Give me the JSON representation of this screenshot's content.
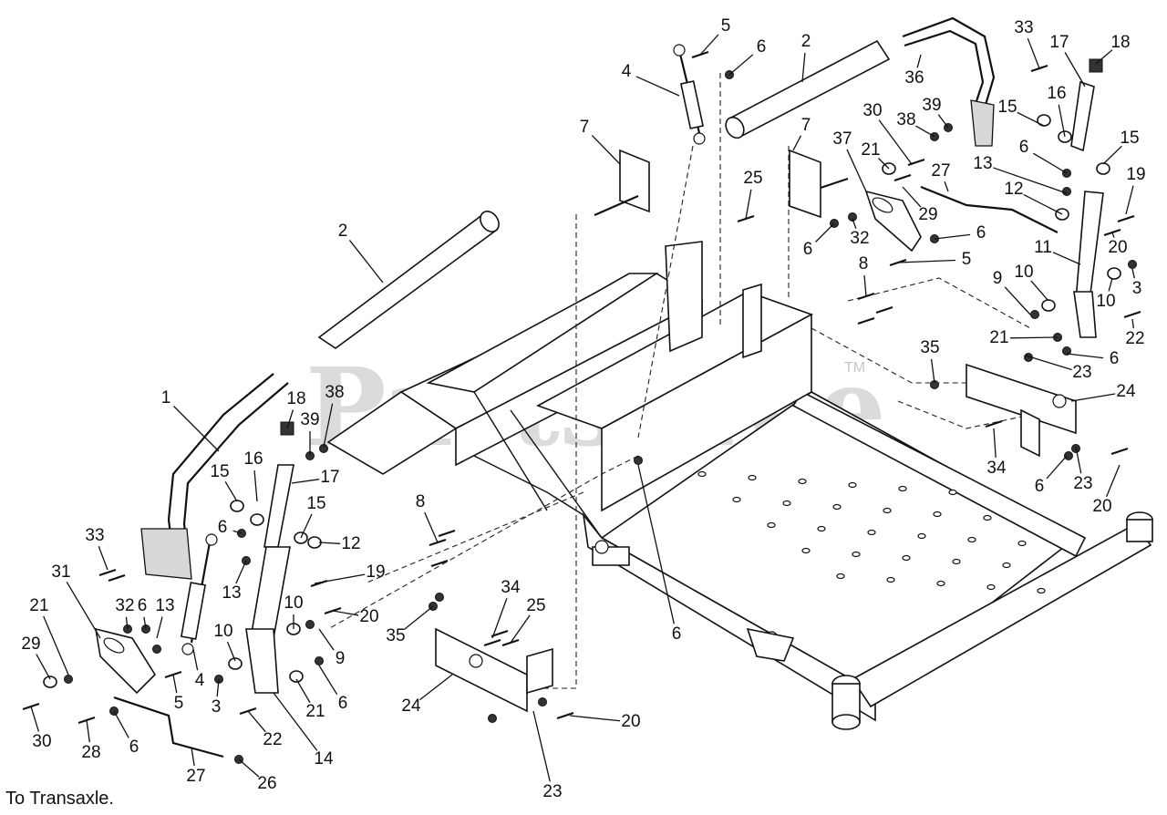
{
  "watermark": {
    "brand": "PartsTree",
    "mark": "TM"
  },
  "footnote": "To Transaxle.",
  "callouts": [
    {
      "label": "1"
    },
    {
      "label": "2"
    },
    {
      "label": "2"
    },
    {
      "label": "3"
    },
    {
      "label": "3"
    },
    {
      "label": "4"
    },
    {
      "label": "4"
    },
    {
      "label": "5"
    },
    {
      "label": "5"
    },
    {
      "label": "5"
    },
    {
      "label": "6"
    },
    {
      "label": "6"
    },
    {
      "label": "6"
    },
    {
      "label": "6"
    },
    {
      "label": "6"
    },
    {
      "label": "6"
    },
    {
      "label": "6"
    },
    {
      "label": "6"
    },
    {
      "label": "6"
    },
    {
      "label": "6"
    },
    {
      "label": "6"
    },
    {
      "label": "7"
    },
    {
      "label": "7"
    },
    {
      "label": "8"
    },
    {
      "label": "8"
    },
    {
      "label": "9"
    },
    {
      "label": "9"
    },
    {
      "label": "10"
    },
    {
      "label": "10"
    },
    {
      "label": "10"
    },
    {
      "label": "10"
    },
    {
      "label": "11"
    },
    {
      "label": "12"
    },
    {
      "label": "12"
    },
    {
      "label": "13"
    },
    {
      "label": "13"
    },
    {
      "label": "13"
    },
    {
      "label": "14"
    },
    {
      "label": "15"
    },
    {
      "label": "15"
    },
    {
      "label": "15"
    },
    {
      "label": "15"
    },
    {
      "label": "16"
    },
    {
      "label": "16"
    },
    {
      "label": "17"
    },
    {
      "label": "17"
    },
    {
      "label": "18"
    },
    {
      "label": "18"
    },
    {
      "label": "19"
    },
    {
      "label": "19"
    },
    {
      "label": "20"
    },
    {
      "label": "20"
    },
    {
      "label": "20"
    },
    {
      "label": "20"
    },
    {
      "label": "21"
    },
    {
      "label": "21"
    },
    {
      "label": "21"
    },
    {
      "label": "21"
    },
    {
      "label": "22"
    },
    {
      "label": "22"
    },
    {
      "label": "23"
    },
    {
      "label": "23"
    },
    {
      "label": "23"
    },
    {
      "label": "24"
    },
    {
      "label": "24"
    },
    {
      "label": "25"
    },
    {
      "label": "25"
    },
    {
      "label": "26"
    },
    {
      "label": "27"
    },
    {
      "label": "27"
    },
    {
      "label": "28"
    },
    {
      "label": "29"
    },
    {
      "label": "29"
    },
    {
      "label": "30"
    },
    {
      "label": "30"
    },
    {
      "label": "31"
    },
    {
      "label": "32"
    },
    {
      "label": "32"
    },
    {
      "label": "33"
    },
    {
      "label": "33"
    },
    {
      "label": "34"
    },
    {
      "label": "34"
    },
    {
      "label": "35"
    },
    {
      "label": "35"
    },
    {
      "label": "36"
    },
    {
      "label": "37"
    },
    {
      "label": "38"
    },
    {
      "label": "38"
    },
    {
      "label": "39"
    },
    {
      "label": "39"
    }
  ]
}
